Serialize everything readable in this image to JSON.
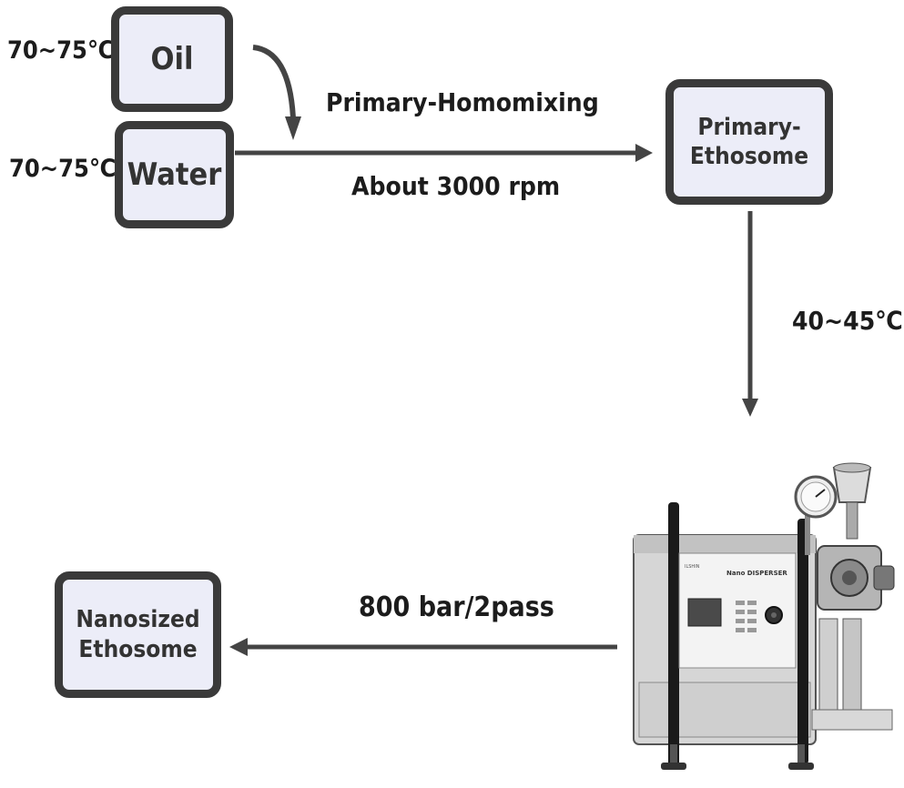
{
  "boxes": {
    "oil": "Oil",
    "water": "Water",
    "primary_line1": "Primary-",
    "primary_line2": "Ethosome",
    "nano_line1": "Nanosized",
    "nano_line2": "Ethosome"
  },
  "labels": {
    "oil_temp": "70~75℃",
    "water_temp": "70~75℃",
    "mixing": "Primary-Homomixing",
    "speed": "About 3000 rpm",
    "cooling_temp": "40~45℃",
    "pressure": "800 bar/2pass"
  },
  "machine_panel": {
    "title": "Nano DISPERSER",
    "brand": "ILSHIN"
  },
  "colors": {
    "box_fill": "#ecedf8",
    "box_border": "#3a3a3a",
    "arrow": "#444444"
  }
}
